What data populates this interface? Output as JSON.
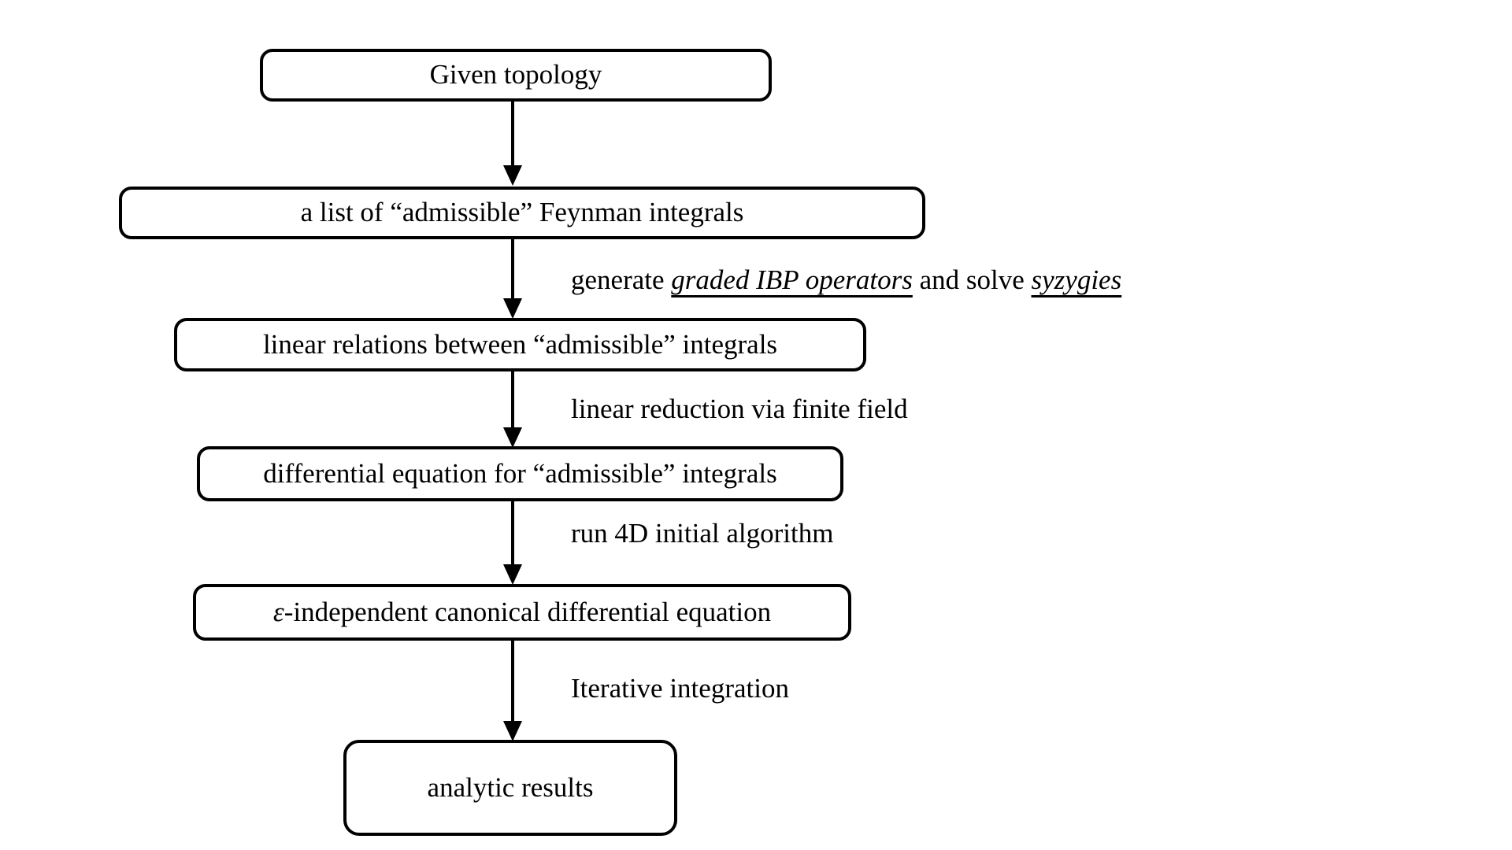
{
  "diagram": {
    "type": "flowchart",
    "direction": "top-down",
    "colors": {
      "background": "#ffffff",
      "box_fill": "#ffffff",
      "box_border": "#000000",
      "arrow": "#000000",
      "text": "#000000"
    },
    "nodes": [
      {
        "name": "given-topology",
        "segments": [
          {
            "text": "Given topology",
            "style": "plain"
          }
        ]
      },
      {
        "name": "admissible-feynman-integrals",
        "segments": [
          {
            "text": "a list of “admissible” Feynman integrals",
            "style": "plain"
          }
        ]
      },
      {
        "name": "linear-relations",
        "segments": [
          {
            "text": "linear relations between “admissible” integrals",
            "style": "plain"
          }
        ]
      },
      {
        "name": "differential-equation",
        "segments": [
          {
            "text": "differential equation for “admissible” integrals",
            "style": "plain"
          }
        ]
      },
      {
        "name": "canonical-differential-equation",
        "segments": [
          {
            "text": "ε",
            "style": "italic"
          },
          {
            "text": "-independent canonical differential equation",
            "style": "plain"
          }
        ]
      },
      {
        "name": "analytic-results",
        "segments": [
          {
            "text": "analytic results",
            "style": "plain"
          }
        ]
      }
    ],
    "edges": [
      {
        "from": "given-topology",
        "to": "admissible-feynman-integrals",
        "label_segments": []
      },
      {
        "from": "admissible-feynman-integrals",
        "to": "linear-relations",
        "label_segments": [
          {
            "text": "generate ",
            "style": "plain"
          },
          {
            "text": "graded IBP operators",
            "style": "italic-underline"
          },
          {
            "text": " and solve ",
            "style": "plain"
          },
          {
            "text": "syzygies",
            "style": "italic-underline"
          }
        ]
      },
      {
        "from": "linear-relations",
        "to": "differential-equation",
        "label_segments": [
          {
            "text": "linear reduction via finite field",
            "style": "plain"
          }
        ]
      },
      {
        "from": "differential-equation",
        "to": "canonical-differential-equation",
        "label_segments": [
          {
            "text": "run 4D initial algorithm",
            "style": "plain"
          }
        ]
      },
      {
        "from": "canonical-differential-equation",
        "to": "analytic-results",
        "label_segments": [
          {
            "text": "Iterative integration",
            "style": "plain"
          }
        ]
      }
    ]
  }
}
